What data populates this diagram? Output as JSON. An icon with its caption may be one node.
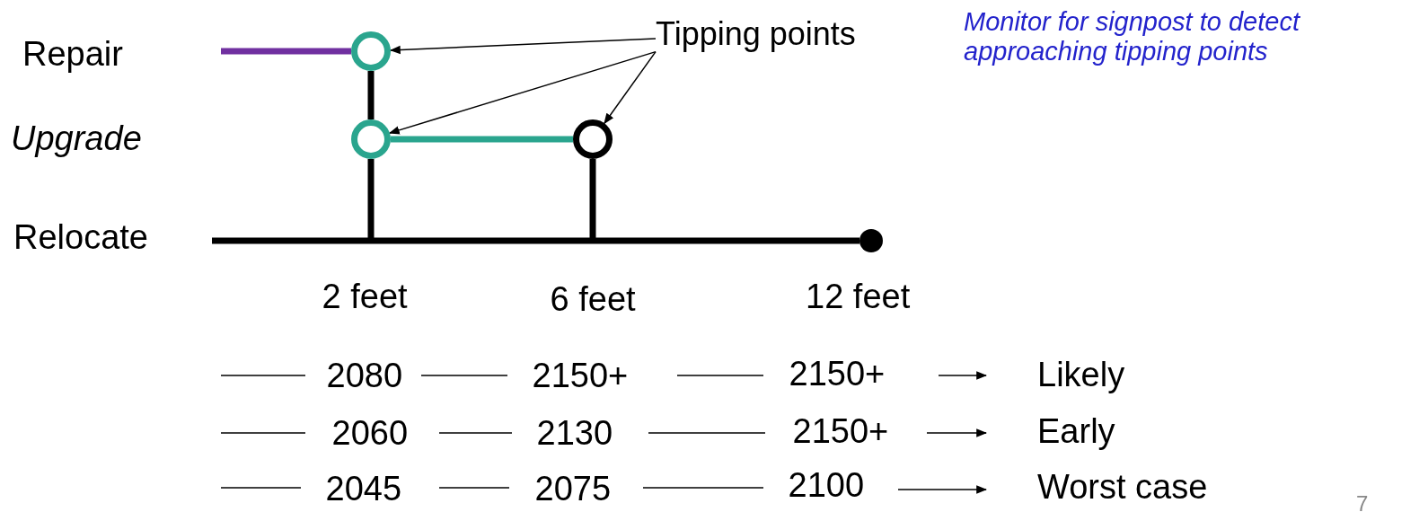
{
  "diagram": {
    "nodes": [
      {
        "text": [
          "Tipping points"
        ]
      },
      {
        "text": [],
        "shape": "circle"
      },
      {
        "text": [],
        "shape": "circle"
      },
      {
        "text": [],
        "shape": "circle"
      },
      {
        "text": [],
        "shape": "circle"
      }
    ],
    "edges": [
      {
        "from": 0,
        "to": 1,
        "arrow": "to"
      },
      {
        "from": 0,
        "to": 2,
        "arrow": "to"
      },
      {
        "from": 0,
        "to": 3,
        "arrow": "to"
      },
      {
        "from": null,
        "to": 1,
        "arrow": "none",
        "color": "#7030a0"
      },
      {
        "from": 1,
        "to": 2,
        "arrow": "none",
        "color": "#000000"
      },
      {
        "from": 2,
        "to": 3,
        "arrow": "none",
        "color": "#2aa58e"
      },
      {
        "from": 2,
        "to": null,
        "arrow": "none",
        "color": "#000000"
      },
      {
        "from": 3,
        "to": null,
        "arrow": "none",
        "color": "#000000"
      },
      {
        "from": null,
        "to": 4,
        "arrow": "none",
        "color": "#000000"
      }
    ],
    "labels": [
      "Repair",
      "Upgrade",
      "Relocate",
      "Monitor for signpost to detect approaching tipping points",
      "2 feet",
      "6 feet",
      "12 feet",
      "2080",
      "2150+",
      "2150+",
      "Likely",
      "2060",
      "2130",
      "2150+",
      "Early",
      "2045",
      "2075",
      "2100",
      "Worst case",
      "7"
    ]
  }
}
